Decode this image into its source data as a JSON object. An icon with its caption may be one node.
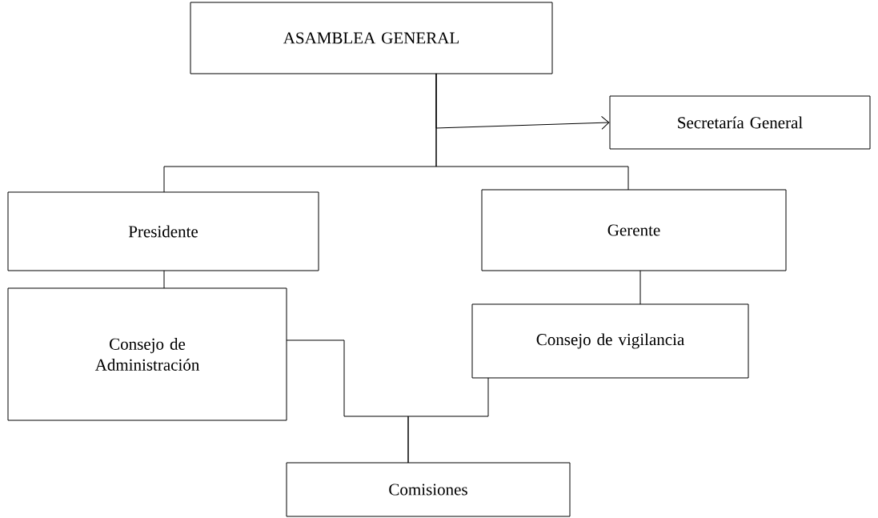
{
  "diagram": {
    "nodes": [
      {
        "text": [
          "ASAMBLEA GENERAL"
        ]
      },
      {
        "text": [
          "Secretaría General"
        ]
      },
      {
        "text": [
          "Presidente"
        ]
      },
      {
        "text": [
          "Gerente"
        ]
      },
      {
        "text": [
          "Consejo de Administración"
        ]
      },
      {
        "text": [
          "Consejo de vigilancia"
        ]
      },
      {
        "text": [
          "Comisiones"
        ]
      }
    ],
    "edges": [
      {
        "from": 0,
        "to": 1,
        "arrow": "to"
      },
      {
        "from": 0,
        "to": 2,
        "arrow": "none"
      },
      {
        "from": 0,
        "to": 3,
        "arrow": "none"
      },
      {
        "from": 2,
        "to": 4,
        "arrow": "none"
      },
      {
        "from": 3,
        "to": 5,
        "arrow": "none"
      },
      {
        "from": 4,
        "to": 6,
        "arrow": "none"
      },
      {
        "from": 5,
        "to": 6,
        "arrow": "none"
      }
    ]
  }
}
